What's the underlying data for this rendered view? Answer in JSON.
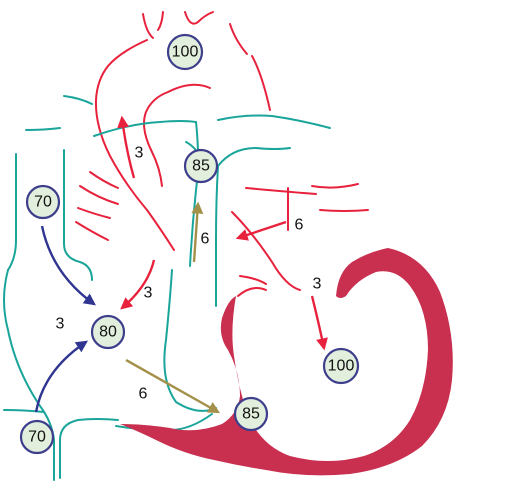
{
  "colors": {
    "oxygenated": "#e8213c",
    "deoxygenated": "#1aa59a",
    "muscle": "#c9304f",
    "badge_fill": "#e2efdc",
    "badge_stroke": "#3d3e8c",
    "arrow_red": "#e8213c",
    "arrow_blue": "#2f3590",
    "arrow_olive": "#a3904a"
  },
  "badges": {
    "aorta": "100",
    "pulmonary_artery": "85",
    "superior_vena_cava": "70",
    "inferior_vena_cava": "70",
    "right_atrium": "80",
    "right_ventricle": "85",
    "left_ventricle": "100"
  },
  "flows": {
    "aortic_arch": "3",
    "svc_to_ra": "3",
    "ra_to_rv": "6",
    "rv_to_pa": "6",
    "pulmonary_veins": "6",
    "la_to_ra": "3",
    "la_to_lv": "3"
  }
}
